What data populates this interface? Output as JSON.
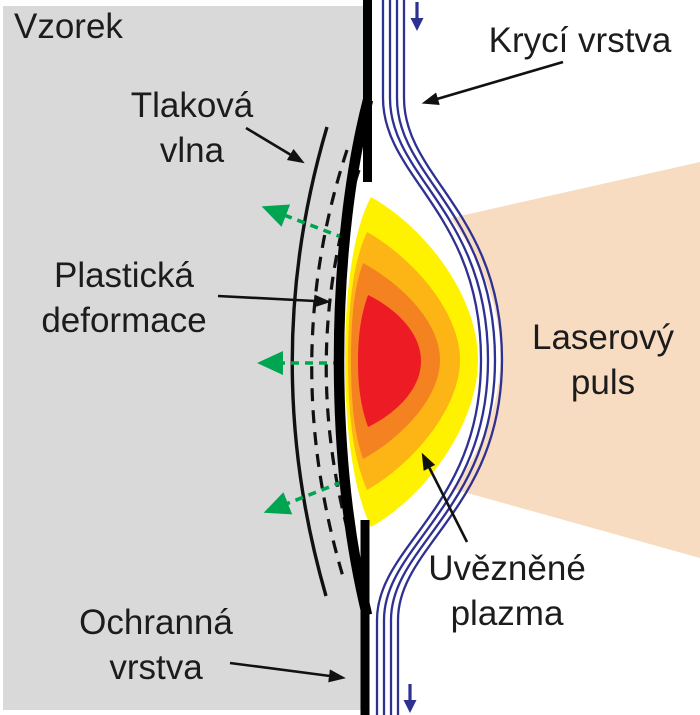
{
  "figure": {
    "labels": {
      "sample": "Vzorek",
      "pressure_wave": [
        "Tlaková",
        "vlna"
      ],
      "cover_layer": "Krycí vrstva",
      "plastic_deformation": [
        "Plastická",
        "deformace"
      ],
      "laser_pulse": [
        "Laserový",
        "puls"
      ],
      "confined_plasma": [
        "Uvězněné",
        "plazma"
      ],
      "protective_layer": [
        "Ochranná",
        "vrstva"
      ]
    },
    "colors": {
      "sample_gray": "#d9d9d9",
      "laser_beige": "#f8dcc2",
      "plasma_yellow": "#fff200",
      "plasma_amber": "#fdb515",
      "plasma_orange": "#f58220",
      "plasma_red": "#ed1c24",
      "shock_green": "#00a551",
      "cover_blue": "#2e3192",
      "line_black": "#111111"
    }
  }
}
